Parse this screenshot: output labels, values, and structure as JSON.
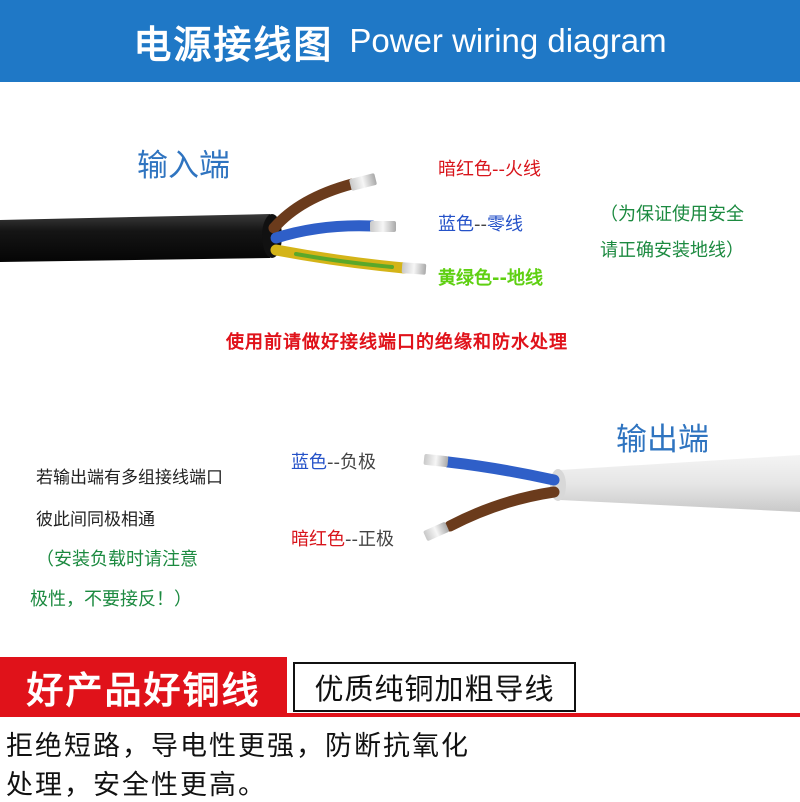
{
  "header": {
    "title_zh": "电源接线图",
    "title_en": "Power wiring diagram"
  },
  "input": {
    "heading": "输入端",
    "wires": [
      {
        "color_name": "暗红色",
        "sep": "--",
        "role": "火线"
      },
      {
        "color_name": "蓝色",
        "sep": "--",
        "role": "零线"
      },
      {
        "color_name": "黄绿色",
        "sep": "--",
        "role": "地线"
      }
    ],
    "ground_note": [
      "（为保证使用安全",
      "请正确安装地线）"
    ],
    "warning": "使用前请做好接线端口的绝缘和防水处理"
  },
  "output": {
    "heading": "输出端",
    "wires": [
      {
        "color_name": "蓝色",
        "sep": "--",
        "role": "负极"
      },
      {
        "color_name": "暗红色",
        "sep": "--",
        "role": "正极"
      }
    ],
    "notes": [
      "若输出端有多组接线端口",
      "彼此间同极相通"
    ],
    "polarity_note": [
      "（安装负载时请注意",
      "极性，不要接反！）"
    ]
  },
  "bottom": {
    "badge": "好产品好铜线",
    "tagline": "优质纯铜加粗导线",
    "desc": [
      "拒绝短路，导电性更强，防断抗氧化",
      "处理，安全性更高。"
    ]
  },
  "colors": {
    "banner": "#1f78c6",
    "accent_red": "#e0121a",
    "brown_wire": "#6b3b1c",
    "blue_wire": "#2f5fc8",
    "ground_yellow": "#d4b418",
    "ground_green": "#5aa82a"
  }
}
